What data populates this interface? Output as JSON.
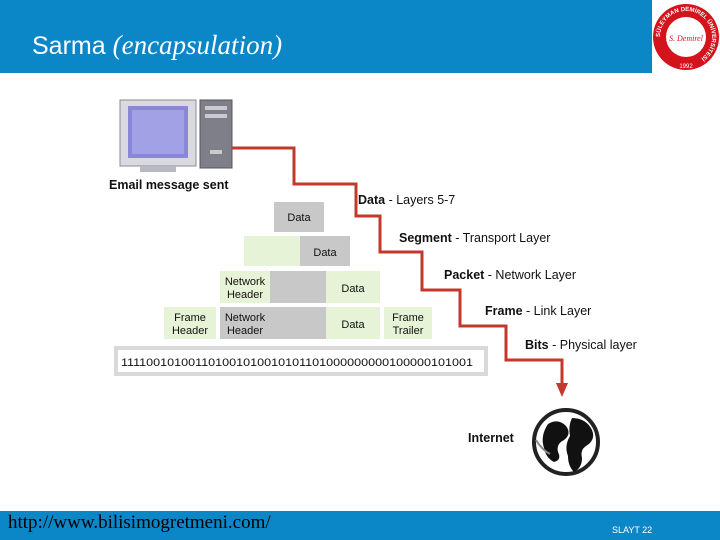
{
  "slide": {
    "title_sans": "Sarma ",
    "title_serif": "(encapsulation)",
    "url": "http://www.bilisimogretmeni.com/",
    "slide_number": "SLAYT 22"
  },
  "logo": {
    "ring_text": "SÜLEYMAN DEMİREL ÜNİVERSİTESİ",
    "signature": "S. Demirel",
    "year": "1992"
  },
  "diagram": {
    "email_label": "Email message sent",
    "layers": [
      {
        "bold": "Data",
        "rest": " - Layers 5-7"
      },
      {
        "bold": "Segment",
        "rest": " - Transport Layer"
      },
      {
        "bold": "Packet",
        "rest": " - Network Layer"
      },
      {
        "bold": "Frame",
        "rest": " - Link Layer"
      },
      {
        "bold": "Bits",
        "rest": " - Physical layer"
      }
    ],
    "boxes": {
      "data": "Data",
      "network_header": [
        "Network",
        "Header"
      ],
      "frame_header": [
        "Frame",
        "Header"
      ],
      "frame_trailer": [
        "Frame",
        "Trailer"
      ]
    },
    "bits": "111100101001101001010010101101000000000100000101001",
    "internet_label": "Internet"
  },
  "colors": {
    "bar": "#0b86c7",
    "arrow": "#c0392b",
    "box_gray": "#c8c8c8",
    "box_green": "#e6f3d6"
  }
}
